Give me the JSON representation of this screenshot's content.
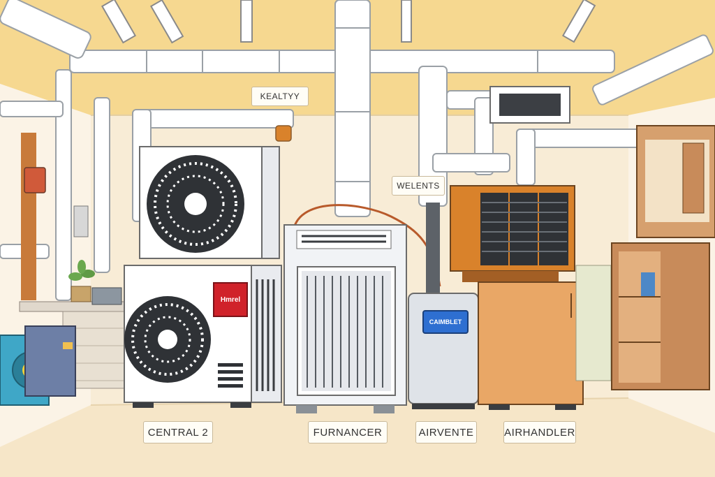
{
  "callouts": {
    "top": "KEALTYY",
    "middle": "WELENTS"
  },
  "unit_labels": {
    "central": "CENTRAL 2",
    "furnace": "FURNANCER",
    "airvent": "AIRVENTE",
    "airhandler": "AIRHANDLER"
  },
  "badges": {
    "condenser_brand": "Hmrel",
    "airvent_screen": "CAIMBLET"
  },
  "colors": {
    "wall": "#f7ead2",
    "ceiling": "#f6d890",
    "pipe": "#ffffff",
    "orange_unit": "#d9822b",
    "cabinet": "#e9a766",
    "wood": "#c88b5a",
    "brand_red": "#d0222a",
    "screen_blue": "#2e6fd1",
    "teal_unit": "#3fa7c7"
  }
}
